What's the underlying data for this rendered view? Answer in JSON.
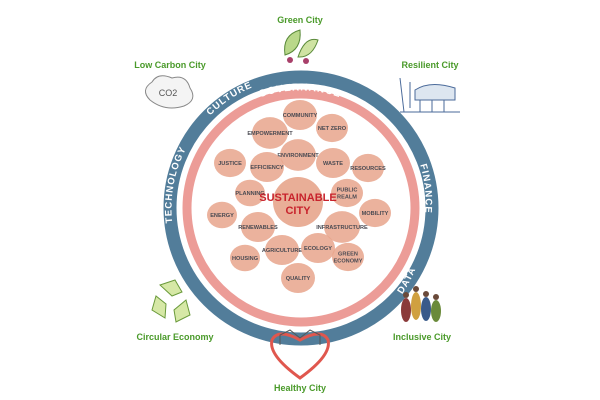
{
  "center": {
    "line1": "SUSTAINABLE",
    "line2": "CITY"
  },
  "ring_labels": {
    "governance": "GOVERNANCE",
    "culture": "CULTURE",
    "technology": "TECHNOLOGY",
    "finance": "FINANCE",
    "data": "DATA"
  },
  "bubbles": [
    "COMMUNITY",
    "NET ZERO",
    "EMPOWERMENT",
    "ENVIRONMENT",
    "JUSTICE",
    "EFFICIENCY",
    "WASTE",
    "RESOURCES",
    "PLANNING",
    "PUBLIC|REALM",
    "ENERGY",
    "MOBILITY",
    "RENEWABLES",
    "INFRASTRUCTURE",
    "AGRICULTURE",
    "ECOLOGY",
    "HOUSING",
    "GREEN|ECONOMY",
    "QUALITY"
  ],
  "outer_labels": {
    "green": "Green City",
    "low_carbon": "Low Carbon City",
    "resilient": "Resilient City",
    "circular": "Circular Economy",
    "inclusive": "Inclusive City",
    "healthy": "Healthy City"
  },
  "co2_text": "CO2",
  "colors": {
    "blue_ring": "#3f6f8f",
    "pink_ring": "#e98b85",
    "bubble": "#e7a58c",
    "center_text": "#c8232c",
    "label_green": "#4a9a2a"
  }
}
